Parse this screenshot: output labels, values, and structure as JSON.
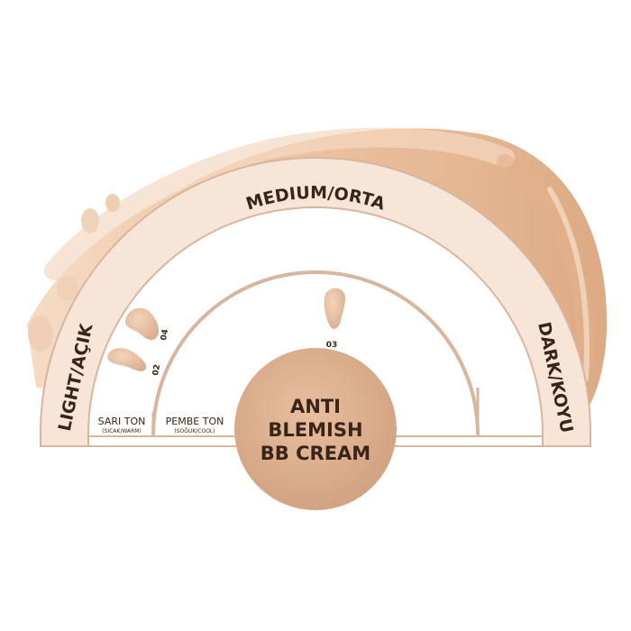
{
  "labels": {
    "medium": "MEDIUM/ORTA",
    "light": "LIGHT/AÇIK",
    "dark": "DARK/KOYU",
    "sari_ton": "SARI TON",
    "sari_sub": "(SICAK/WARM)",
    "pembe_ton": "PEMBE TON",
    "pembe_sub": "(SOĞUK/COOL)"
  },
  "product": {
    "line1": "ANTI",
    "line2": "BLEMISH",
    "line3": "BB CREAM"
  },
  "shades": [
    {
      "code": "04"
    },
    {
      "code": "02"
    },
    {
      "code": "03"
    }
  ],
  "colors": {
    "cream": "#edc7a7",
    "cream_dark": "#dcae8a",
    "band": "#f7e6d8",
    "outline": "#d8b59d",
    "text": "#3a2418",
    "center": "#d9ac8c"
  }
}
